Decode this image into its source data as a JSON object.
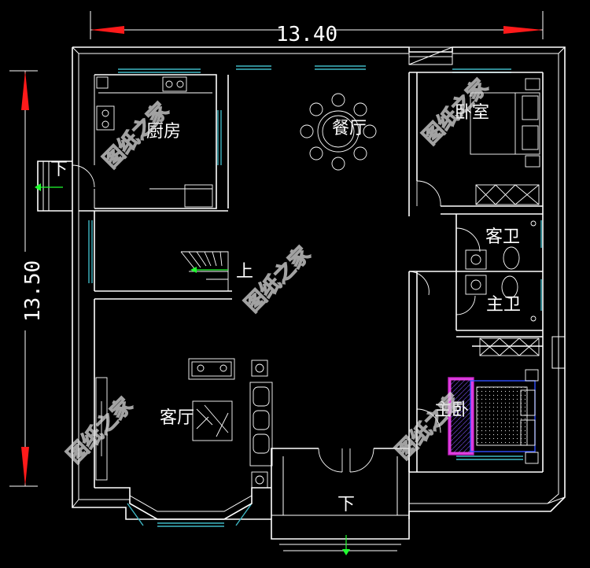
{
  "dimensions": {
    "width_label": "13.40",
    "height_label": "13.50"
  },
  "rooms": {
    "kitchen": "厨房",
    "dining": "餐厅",
    "bedroom": "卧室",
    "guest_bath": "客卫",
    "master_bath": "主卫",
    "living": "客厅",
    "master_bedroom": "主卧"
  },
  "stairs": {
    "up_label": "上",
    "down_label_entry": "下",
    "down_label_side": "下"
  },
  "watermark": "图纸之家",
  "colors": {
    "background": "#000000",
    "walls": "#ffffff",
    "windows": "#3fb7c4",
    "dimension_arrows": "#ff1a1a",
    "stair_arrows": "#20ff30",
    "bed_accent_magenta": "#c020c0",
    "bed_accent_blue": "#3050ff"
  }
}
